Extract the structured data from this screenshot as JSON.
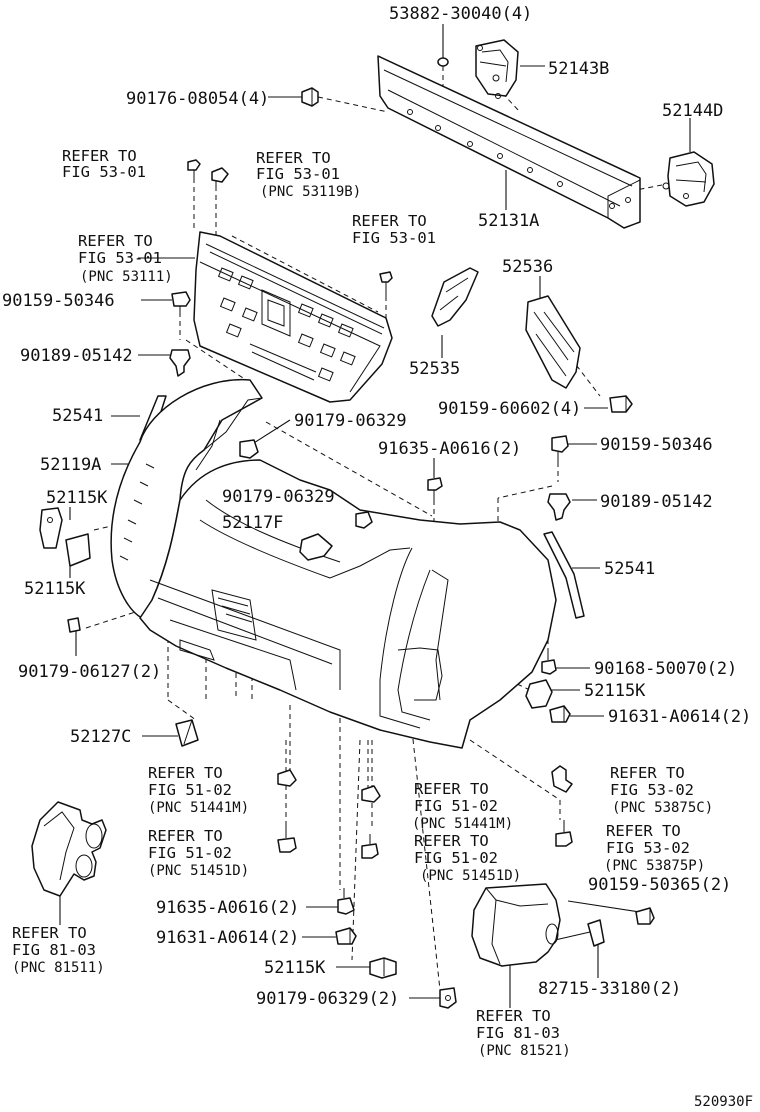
{
  "diagram_id": "520930F",
  "parts": {
    "p53882": "53882-30040(4)",
    "p52143B": "52143B",
    "p90176": "90176-08054(4)",
    "p52144D": "52144D",
    "p52131A": "52131A",
    "p90159a": "90159-50346",
    "p90189a": "90189-05142",
    "p52536": "52536",
    "p52535": "52535",
    "p90159b": "90159-60602(4)",
    "p52541a": "52541",
    "p90179a": "90179-06329",
    "p52119A": "52119A",
    "p91635a": "91635-A0616(2)",
    "p90159c": "90159-50346",
    "p90189b": "90189-05142",
    "p52115Ka": "52115K",
    "p90179b": "90179-06329",
    "p52117F": "52117F",
    "p52115Kb": "52115K",
    "p52541b": "52541",
    "p90179c": "90179-06127(2)",
    "p90168": "90168-50070(2)",
    "p52115Kc": "52115K",
    "p91631a": "91631-A0614(2)",
    "p52127C": "52127C",
    "p90159d": "90159-50365(2)",
    "p91635b": "91635-A0616(2)",
    "p91631b": "91631-A0614(2)",
    "p52115Kd": "52115K",
    "p90179d": "90179-06329(2)",
    "p82715": "82715-33180(2)"
  },
  "refs": {
    "r1": [
      "REFER TO",
      "FIG 53-01"
    ],
    "r2": [
      "REFER TO",
      "FIG 53-01",
      "(PNC 53119B)"
    ],
    "r3": [
      "REFER TO",
      "FIG 53-01"
    ],
    "r4": [
      "REFER TO",
      "FIG 53-01",
      "(PNC 53111)"
    ],
    "r5": [
      "REFER TO",
      "FIG 51-02",
      "(PNC 51441M)"
    ],
    "r6": [
      "REFER TO",
      "FIG 51-02",
      "(PNC 51441M)"
    ],
    "r7": [
      "REFER TO",
      "FIG 53-02",
      "(PNC 53875C)"
    ],
    "r8": [
      "REFER TO",
      "FIG 51-02",
      "(PNC 51451D)"
    ],
    "r9": [
      "REFER TO",
      "FIG 51-02",
      "(PNC 51451D)"
    ],
    "r10": [
      "REFER TO",
      "FIG 53-02",
      "(PNC 53875P)"
    ],
    "r11": [
      "REFER TO",
      "FIG 81-03",
      "(PNC 81511)"
    ],
    "r12": [
      "REFER TO",
      "FIG 81-03",
      "(PNC 81521)"
    ]
  }
}
